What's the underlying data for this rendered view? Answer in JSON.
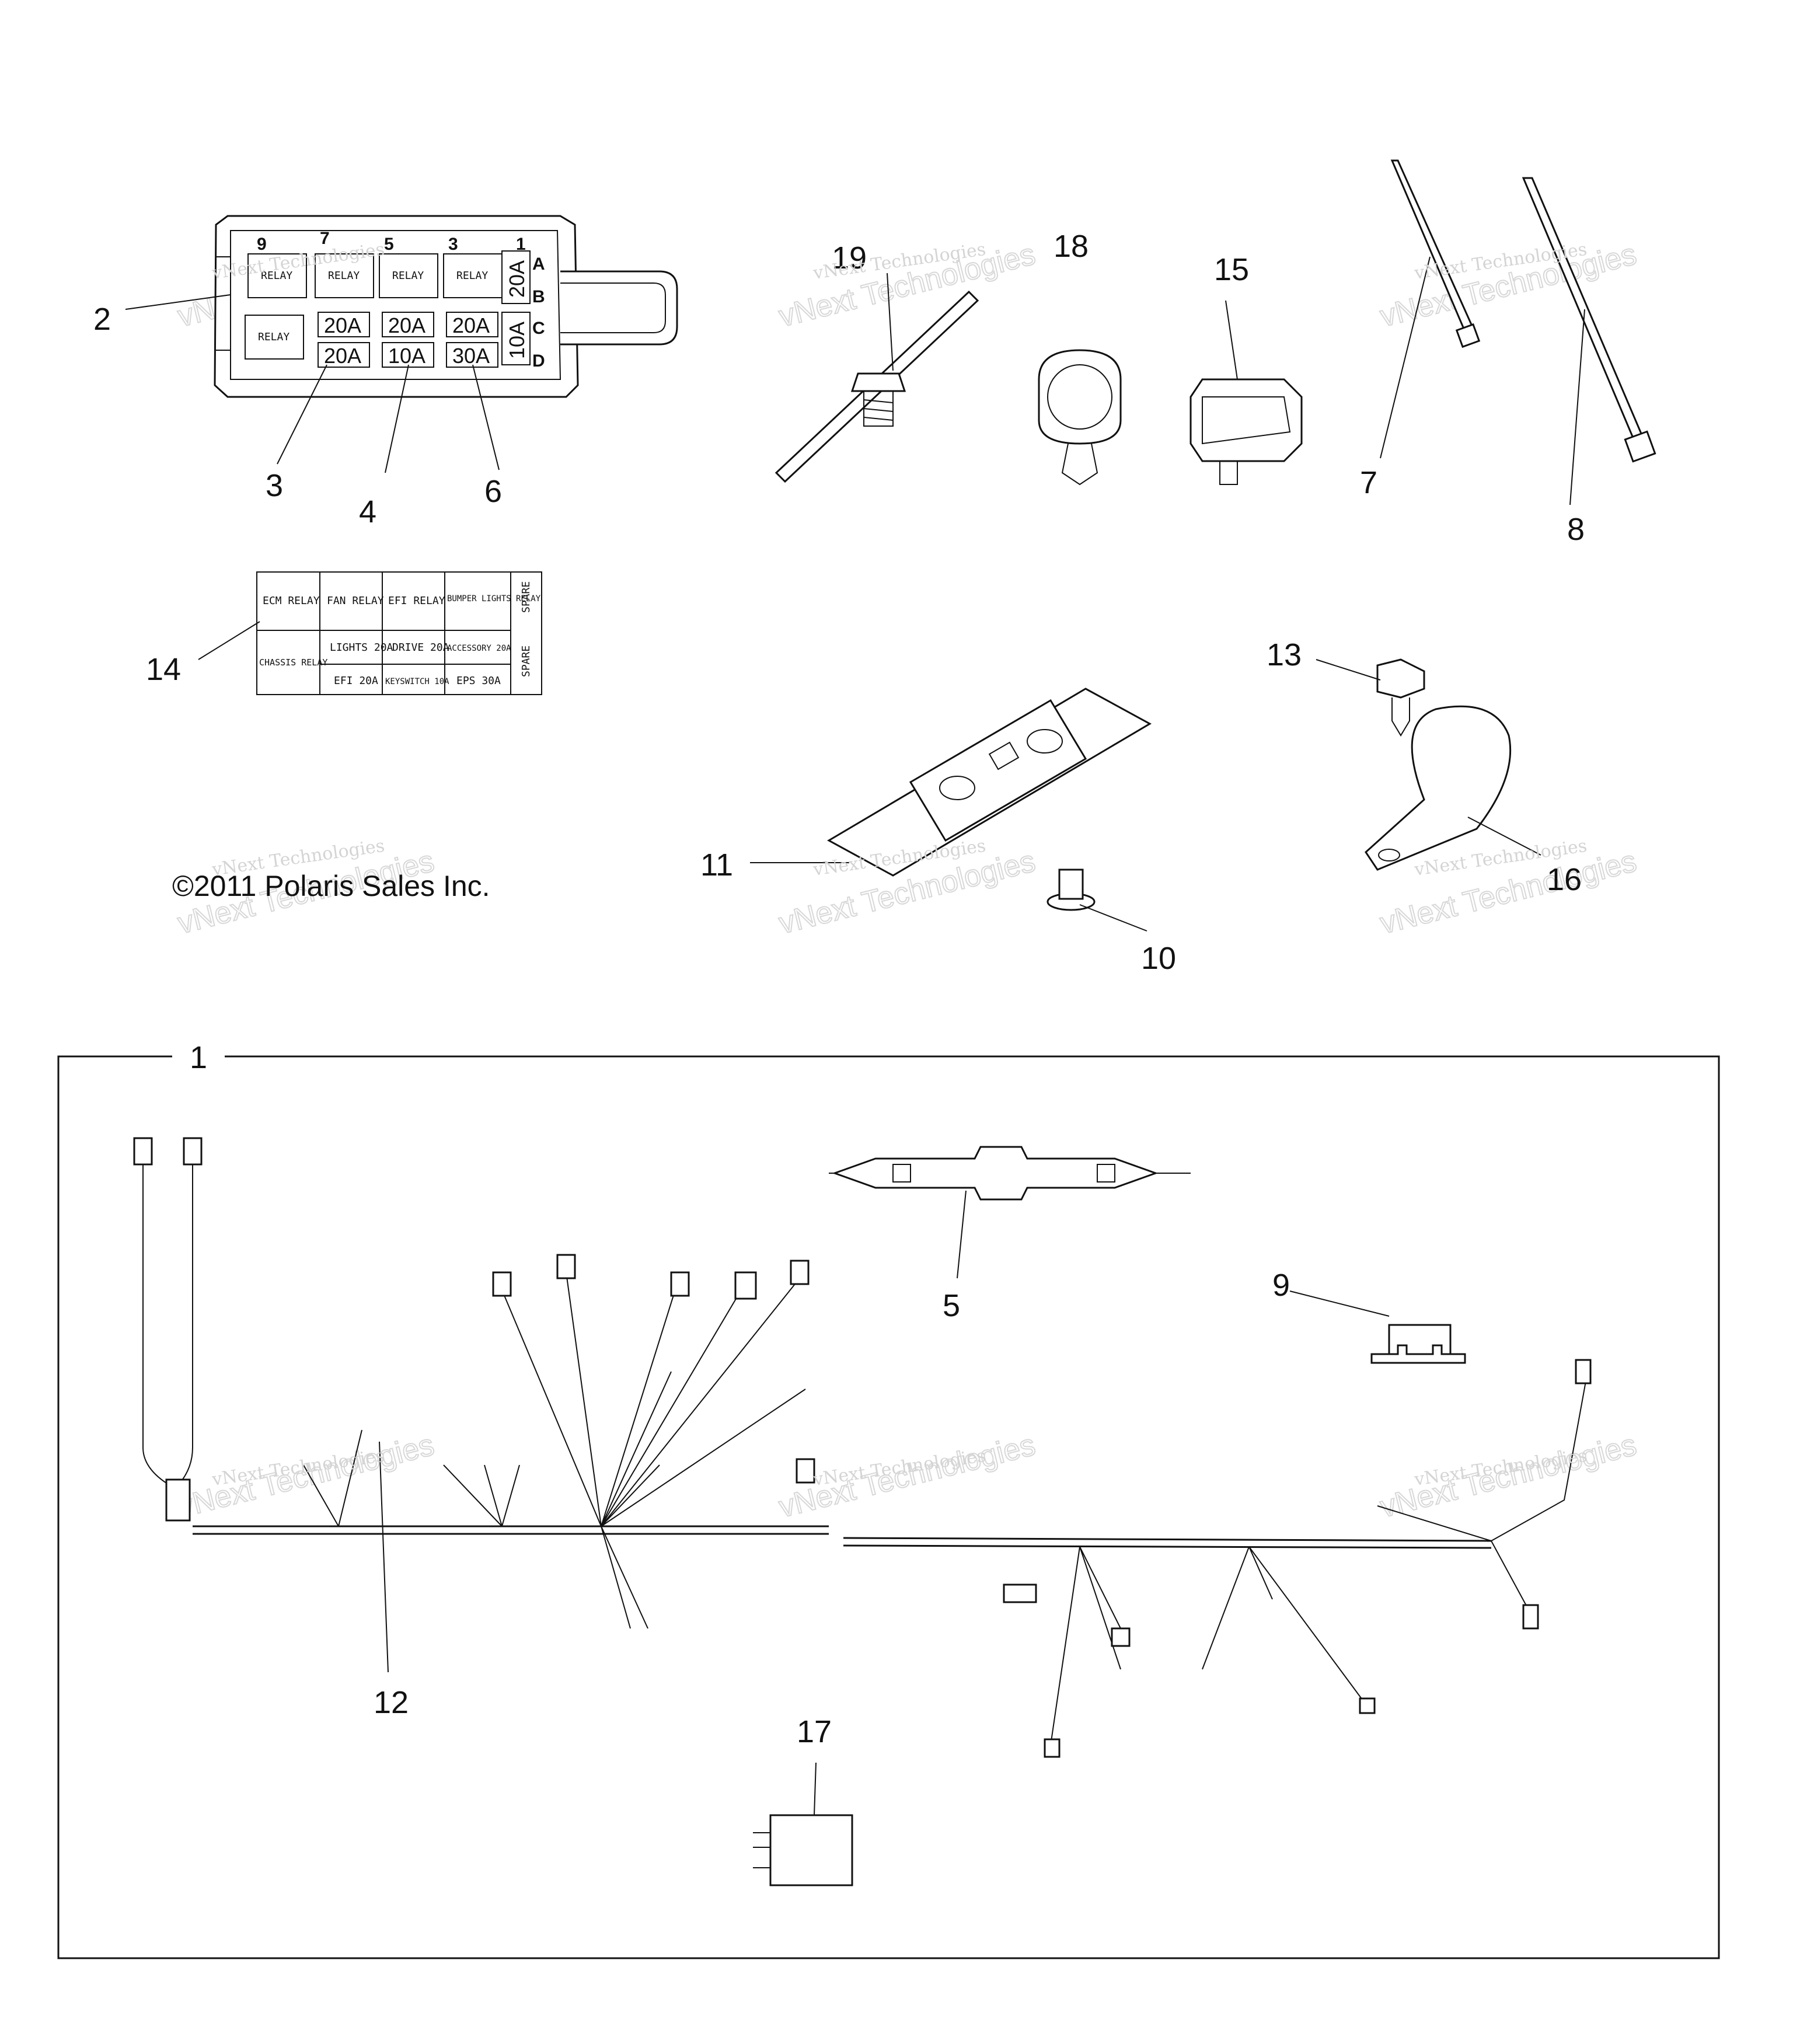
{
  "callouts": {
    "c1": "1",
    "c2": "2",
    "c3": "3",
    "c4": "4",
    "c5": "5",
    "c6": "6",
    "c7": "7",
    "c8": "8",
    "c9": "9",
    "c10": "10",
    "c11": "11",
    "c12": "12",
    "c13": "13",
    "c14": "14",
    "c15": "15",
    "c16": "16",
    "c17": "17",
    "c18": "18",
    "c19": "19"
  },
  "fuse_box": {
    "slot_numbers": [
      "9",
      "7",
      "5",
      "3",
      "1"
    ],
    "relay": "RELAY",
    "row_letters": [
      "A",
      "B",
      "C",
      "D"
    ],
    "fuses_top": [
      "20A",
      "20A",
      "20A"
    ],
    "fuses_bottom": [
      "20A",
      "10A",
      "30A"
    ],
    "side_fuse_top": "20A",
    "side_fuse_bottom": "10A"
  },
  "label_decal": {
    "ecm_relay": "ECM RELAY",
    "fan_relay": "FAN RELAY",
    "efi_relay": "EFI RELAY",
    "bumper_lights_relay": "BUMPER LIGHTS RELAY",
    "spare": "SPARE",
    "chassis_relay": "CHASSIS RELAY",
    "lights": "LIGHTS 20A",
    "drive": "DRIVE 20A",
    "accessory": "ACCESSORY 20A",
    "efi": "EFI 20A",
    "keyswitch": "KEYSWITCH 10A",
    "eps": "EPS 30A"
  },
  "copyright": "©2011 Polaris Sales Inc.",
  "watermark": {
    "line1": "vNext Technologies",
    "line2": "vNext Technologies"
  }
}
